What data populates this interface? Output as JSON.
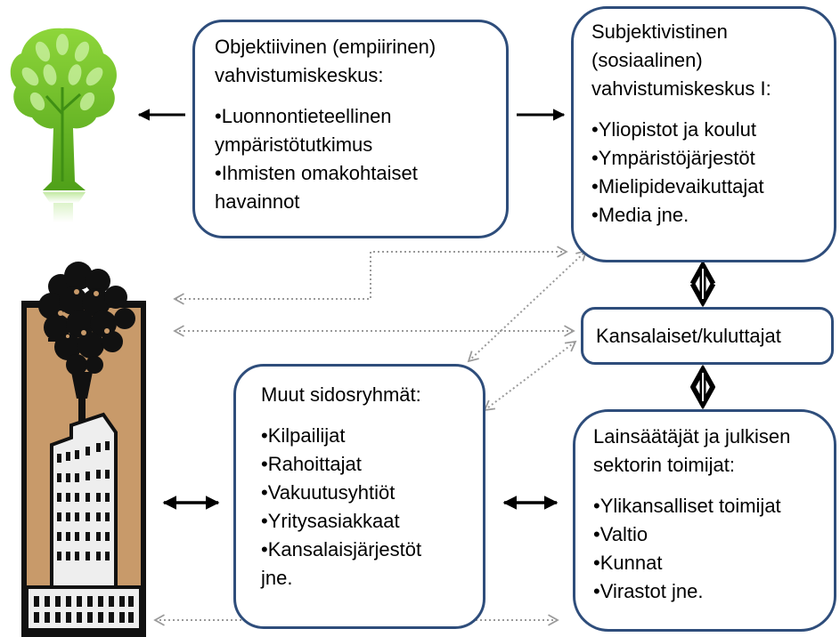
{
  "boxes": {
    "objective": {
      "title_lines": [
        "Objektiivinen (empiirinen)",
        "vahvistumiskeskus:"
      ],
      "items": [
        "•Luonnontieteellinen",
        "ympäristötutkimus",
        "•Ihmisten omakohtaiset",
        "havainnot"
      ]
    },
    "subjective": {
      "title_lines": [
        "Subjektivistinen",
        "(sosiaalinen)",
        "vahvistumiskeskus I:"
      ],
      "items": [
        "•Yliopistot ja koulut",
        "•Ympäristöjärjestöt",
        "•Mielipidevaikuttajat",
        "•Media jne."
      ]
    },
    "citizens": {
      "title": "Kansalaiset/kuluttajat"
    },
    "stakeholders": {
      "title_lines": [
        "Muut sidosryhmät:"
      ],
      "items": [
        "•Kilpailijat",
        "•Rahoittajat",
        "•Vakuutusyhtiöt",
        "•Yritysasiakkaat",
        "•Kansalaisjärjestöt",
        "jne."
      ]
    },
    "legislators": {
      "title_lines": [
        "Lainsäätäjät ja julkisen",
        "sektorin toimijat:"
      ],
      "items": [
        "•Ylikansalliset toimijat",
        "•Valtio",
        "•Kunnat",
        "•Virastot jne."
      ]
    }
  },
  "images": {
    "tree": "tree-icon",
    "factory": "factory-icon"
  },
  "colors": {
    "box_border": "#2e4d7b",
    "dotted_arrow": "#9a9a9a",
    "tree_green": "#6cc02a",
    "factory_bg": "#c89a6a"
  }
}
